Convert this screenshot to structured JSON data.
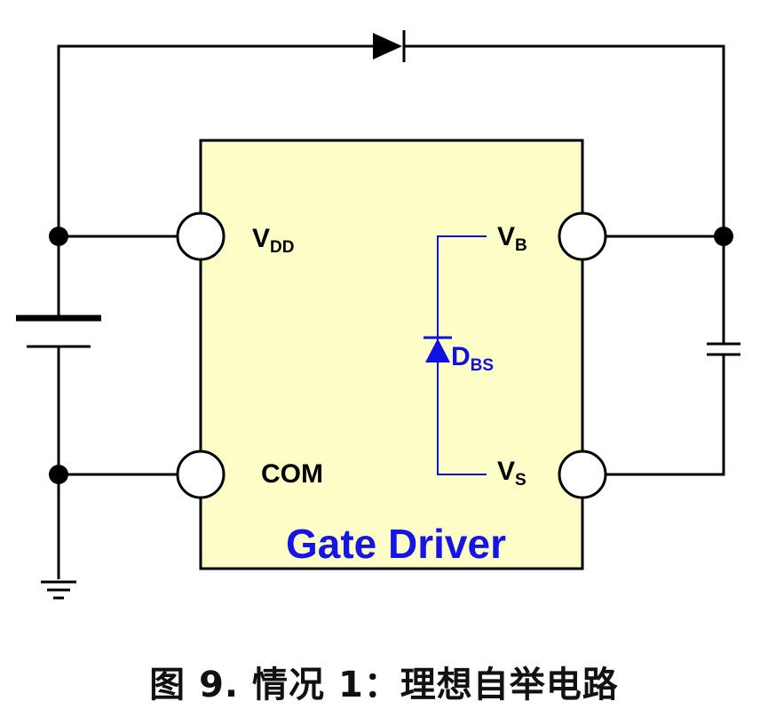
{
  "block": {
    "title": "Gate Driver",
    "fill_color": "#fdfdc8"
  },
  "pins": {
    "vdd": {
      "main": "V",
      "sub": "DD"
    },
    "com": {
      "main": "COM"
    },
    "vb": {
      "main": "V",
      "sub": "B"
    },
    "vs": {
      "main": "V",
      "sub": "S"
    }
  },
  "internal_diode": {
    "main": "D",
    "sub": "BS"
  },
  "colors": {
    "wire": "#000000",
    "internal": "#1010e0",
    "title": "#1515e6"
  },
  "caption": "图 9. 情况 1：理想自举电路"
}
